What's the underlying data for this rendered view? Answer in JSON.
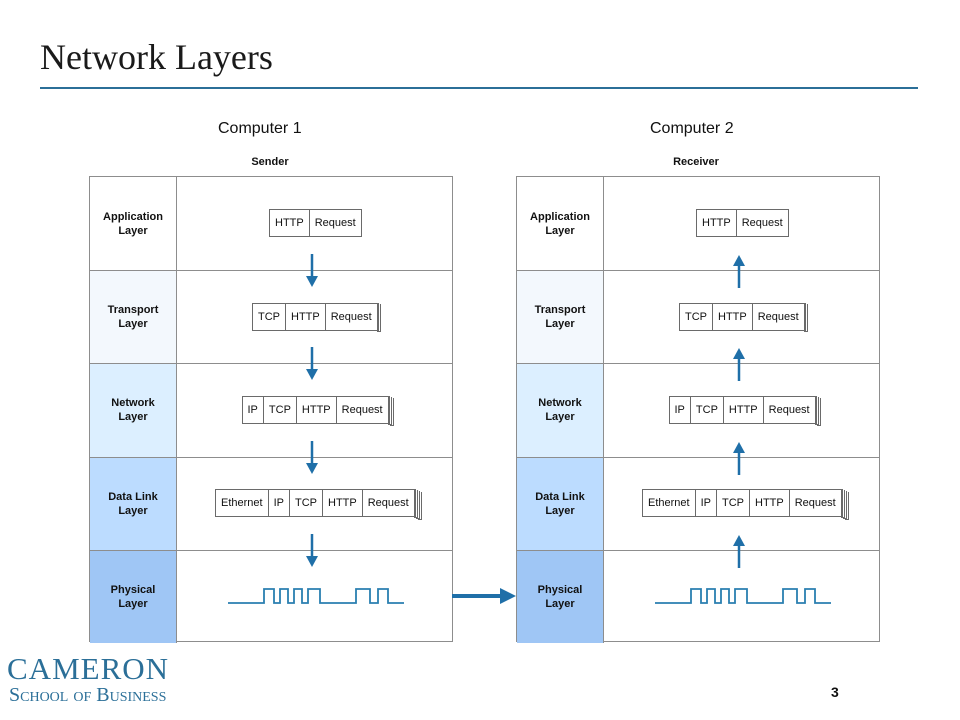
{
  "title": "Network Layers",
  "computers": [
    {
      "label": "Computer 1",
      "role": "Sender"
    },
    {
      "label": "Computer 2",
      "role": "Receiver"
    }
  ],
  "layers": [
    {
      "name": "Application\nLayer",
      "color": "#ffffff",
      "headers": []
    },
    {
      "name": "Transport\nLayer",
      "color": "#f3f8fd",
      "headers": [
        "TCP"
      ]
    },
    {
      "name": "Network\nLayer",
      "color": "#dcefff",
      "headers": [
        "IP",
        "TCP"
      ]
    },
    {
      "name": "Data Link\nLayer",
      "color": "#bcdcff",
      "headers": [
        "Ethernet",
        "IP",
        "TCP"
      ]
    },
    {
      "name": "Physical\nLayer",
      "color": "#9fc6f5",
      "headers": null
    }
  ],
  "packet_labels": {
    "http": "HTTP",
    "request": "Request"
  },
  "footer": {
    "logo_line1": "CAMERON",
    "logo_line2": "School of Business",
    "page_number": "3"
  },
  "colors": {
    "accent": "#2b6f98",
    "arrow": "#1f6fa8"
  }
}
